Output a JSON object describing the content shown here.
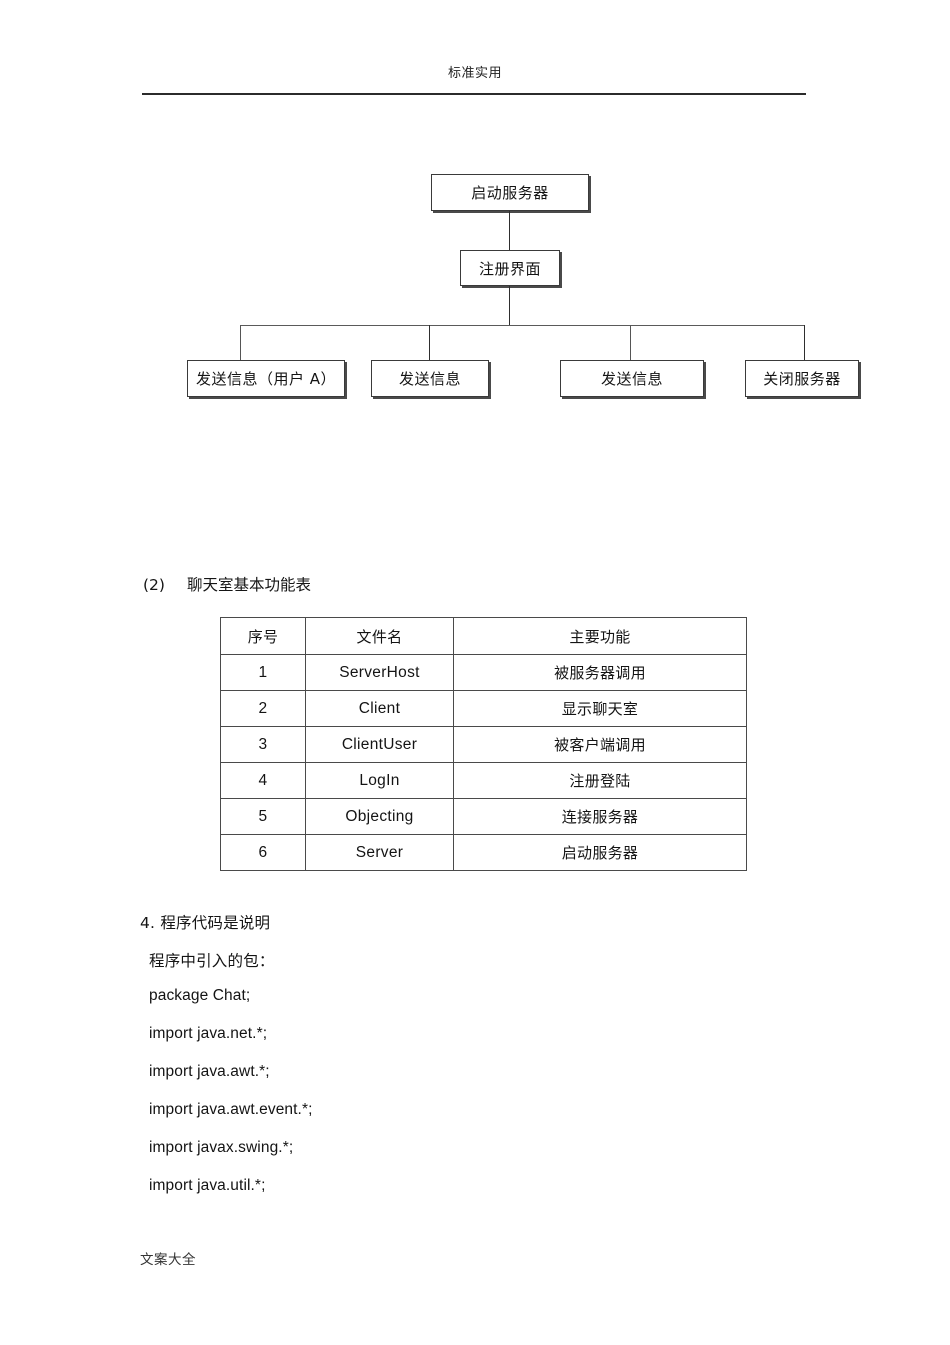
{
  "document": {
    "header_text": "标准实用",
    "footer_text": "文案大全"
  },
  "flowchart": {
    "nodes": {
      "start_server": "启动服务器",
      "register_ui": "注册界面",
      "send_user_a": "发送信息（用户  A）",
      "send_msg_2": "发送信息",
      "send_msg_3": "发送信息",
      "close_server": "关闭服务器"
    }
  },
  "section": {
    "number": "(2)",
    "title": "聊天室基本功能表"
  },
  "function_table": {
    "headers": [
      "序号",
      "文件名",
      "主要功能"
    ],
    "rows": [
      {
        "index": "1",
        "file": "ServerHost",
        "func": "被服务器调用"
      },
      {
        "index": "2",
        "file": "Client",
        "func": "显示聊天室"
      },
      {
        "index": "3",
        "file": "ClientUser",
        "func": "被客户端调用"
      },
      {
        "index": "4",
        "file": "LogIn",
        "func": "注册登陆"
      },
      {
        "index": "5",
        "file": "Objecting",
        "func": "连接服务器"
      },
      {
        "index": "6",
        "file": "Server",
        "func": "启动服务器"
      }
    ]
  },
  "code_section": {
    "heading": "4. 程序代码是说明",
    "subheading": "程序中引入的包：",
    "lines": [
      "package Chat;",
      "import java.net.*;",
      "import java.awt.*;",
      "import java.awt.event.*;",
      "import javax.swing.*;",
      "import java.util.*;"
    ]
  }
}
